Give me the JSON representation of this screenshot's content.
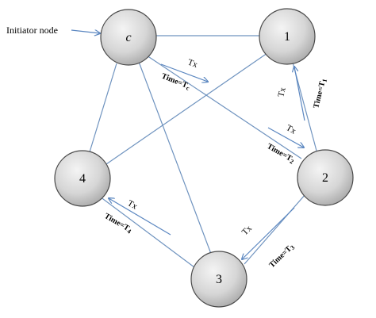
{
  "initiator_label": "Initiator node",
  "nodes": {
    "c": "c",
    "n1": "1",
    "n2": "2",
    "n3": "3",
    "n4": "4"
  },
  "messages": {
    "c_to_2": {
      "tx": "Tx",
      "time_prefix": "Time=T",
      "time_sub": "c"
    },
    "c_to_2_second": {
      "tx": "Tx",
      "time_prefix": "Time=T",
      "time_sub": "2"
    },
    "two_to_1": {
      "tx": "Tx",
      "time_prefix": "Time=T",
      "time_sub": "1"
    },
    "two_to_3": {
      "tx": "Tx",
      "time_prefix": "Time=T",
      "time_sub": "3"
    },
    "three_to_4": {
      "tx": "Tx",
      "time_prefix": "Time=T",
      "time_sub": "4"
    }
  },
  "colors": {
    "edge": "#6f93bf",
    "arrow": "#5a86c0",
    "node_fill_light": "#f2f2f2",
    "node_fill_dark": "#b5b5b5"
  }
}
